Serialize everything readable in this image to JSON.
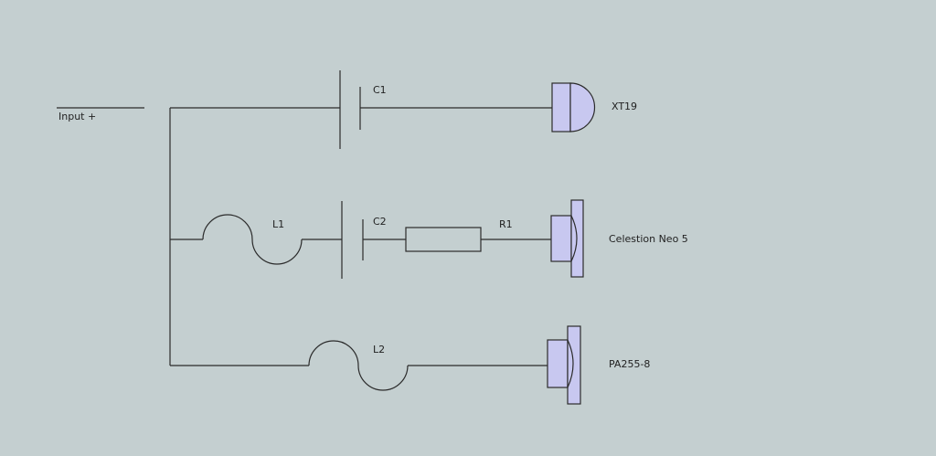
{
  "diagram": {
    "input_label": "Input +",
    "components": {
      "c1": "C1",
      "c2": "C2",
      "l1": "L1",
      "l2": "L2",
      "r1": "R1"
    },
    "drivers": {
      "tweeter": "XT19",
      "midrange": "Celestion Neo 5",
      "woofer": "PA255-8"
    },
    "colors": {
      "background": "#c4cfd0",
      "wire": "#2b2b2b",
      "driver_fill": "#c8c8f0"
    }
  }
}
